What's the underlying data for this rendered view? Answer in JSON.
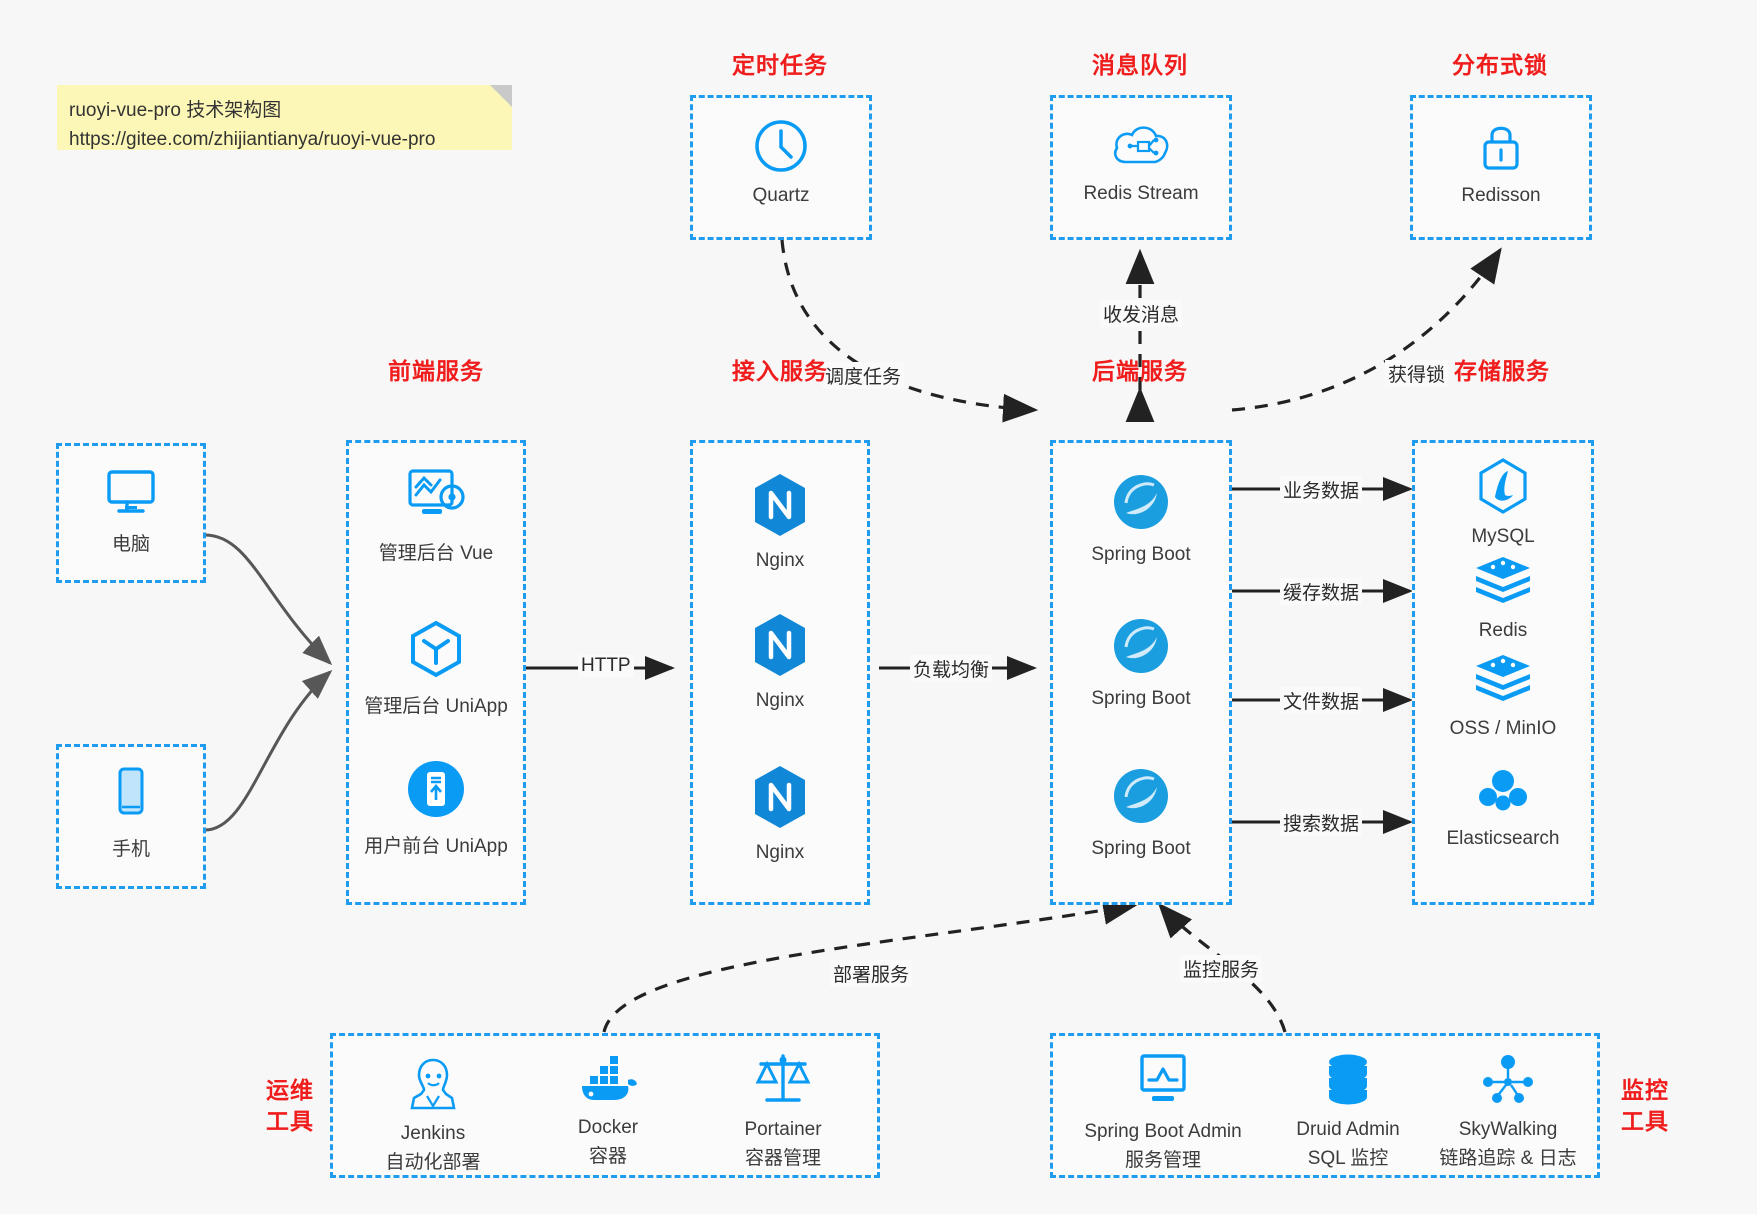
{
  "note": {
    "line1": "ruoyi-vue-pro 技术架构图",
    "line2": "https://gitee.com/zhijiantianya/ruoyi-vue-pro"
  },
  "colors": {
    "accent_blue": "#1f9cf0",
    "icon_blue": "#0a9bf5",
    "title_red": "#f01d1d",
    "background": "#f7f7f7",
    "note_yellow": "#fcf7b6",
    "arrow_dark": "#262626",
    "arrow_gray": "#575757"
  },
  "groups": {
    "scheduled_task": {
      "title": "定时任务"
    },
    "message_queue": {
      "title": "消息队列"
    },
    "distributed_lock": {
      "title": "分布式锁"
    },
    "frontend": {
      "title": "前端服务"
    },
    "gateway": {
      "title": "接入服务"
    },
    "backend": {
      "title": "后端服务"
    },
    "storage": {
      "title": "存储服务"
    },
    "devops": {
      "title": "运维\n工具",
      "line1": "运维",
      "line2": "工具"
    },
    "monitor": {
      "title": "监控\n工具",
      "line1": "监控",
      "line2": "工具"
    }
  },
  "nodes": {
    "quartz": {
      "label": "Quartz",
      "icon": "clock-icon"
    },
    "redis_stream": {
      "label": "Redis Stream",
      "icon": "cloud-stream-icon"
    },
    "redisson": {
      "label": "Redisson",
      "icon": "lock-icon"
    },
    "computer": {
      "label": "电脑",
      "icon": "desktop-icon"
    },
    "phone": {
      "label": "手机",
      "icon": "mobile-icon"
    },
    "frontend_items": [
      {
        "label": "管理后台 Vue",
        "icon": "dashboard-gear-icon"
      },
      {
        "label": "管理后台 UniApp",
        "icon": "cube-icon"
      },
      {
        "label": "用户前台 UniApp",
        "icon": "app-icon"
      }
    ],
    "gateway_items": [
      {
        "label": "Nginx",
        "icon": "nginx-icon"
      },
      {
        "label": "Nginx",
        "icon": "nginx-icon"
      },
      {
        "label": "Nginx",
        "icon": "nginx-icon"
      }
    ],
    "backend_items": [
      {
        "label": "Spring Boot",
        "icon": "spring-icon"
      },
      {
        "label": "Spring Boot",
        "icon": "spring-icon"
      },
      {
        "label": "Spring Boot",
        "icon": "spring-icon"
      }
    ],
    "storage_items": [
      {
        "label": "MySQL",
        "icon": "mysql-icon"
      },
      {
        "label": "Redis",
        "icon": "redis-icon"
      },
      {
        "label": "OSS / MinIO",
        "icon": "oss-icon"
      },
      {
        "label": "Elasticsearch",
        "icon": "elasticsearch-icon"
      }
    ],
    "devops_items": [
      {
        "label": "Jenkins",
        "sublabel": "自动化部署",
        "icon": "jenkins-icon"
      },
      {
        "label": "Docker",
        "sublabel": "容器",
        "icon": "docker-icon"
      },
      {
        "label": "Portainer",
        "sublabel": "容器管理",
        "icon": "scales-icon"
      }
    ],
    "monitor_items": [
      {
        "label": "Spring Boot Admin",
        "sublabel": "服务管理",
        "icon": "monitor-chart-icon"
      },
      {
        "label": "Druid Admin",
        "sublabel": "SQL 监控",
        "icon": "database-icon"
      },
      {
        "label": "SkyWalking",
        "sublabel": "链路追踪 & 日志",
        "icon": "network-nodes-icon"
      }
    ]
  },
  "edges": [
    {
      "label": "调度任务",
      "from": "quartz",
      "to": "backend"
    },
    {
      "label": "收发消息",
      "from": "backend",
      "to": "message-queue"
    },
    {
      "label": "获得锁",
      "from": "backend",
      "to": "distributed-lock"
    },
    {
      "label": "HTTP",
      "from": "frontend",
      "to": "gateway"
    },
    {
      "label": "负载均衡",
      "from": "gateway",
      "to": "backend"
    },
    {
      "label": "业务数据",
      "from": "backend",
      "to": "mysql"
    },
    {
      "label": "缓存数据",
      "from": "backend",
      "to": "redis"
    },
    {
      "label": "文件数据",
      "from": "backend",
      "to": "oss"
    },
    {
      "label": "搜索数据",
      "from": "backend",
      "to": "elasticsearch"
    },
    {
      "label": "部署服务",
      "from": "devops",
      "to": "backend"
    },
    {
      "label": "监控服务",
      "from": "monitor",
      "to": "backend"
    }
  ]
}
